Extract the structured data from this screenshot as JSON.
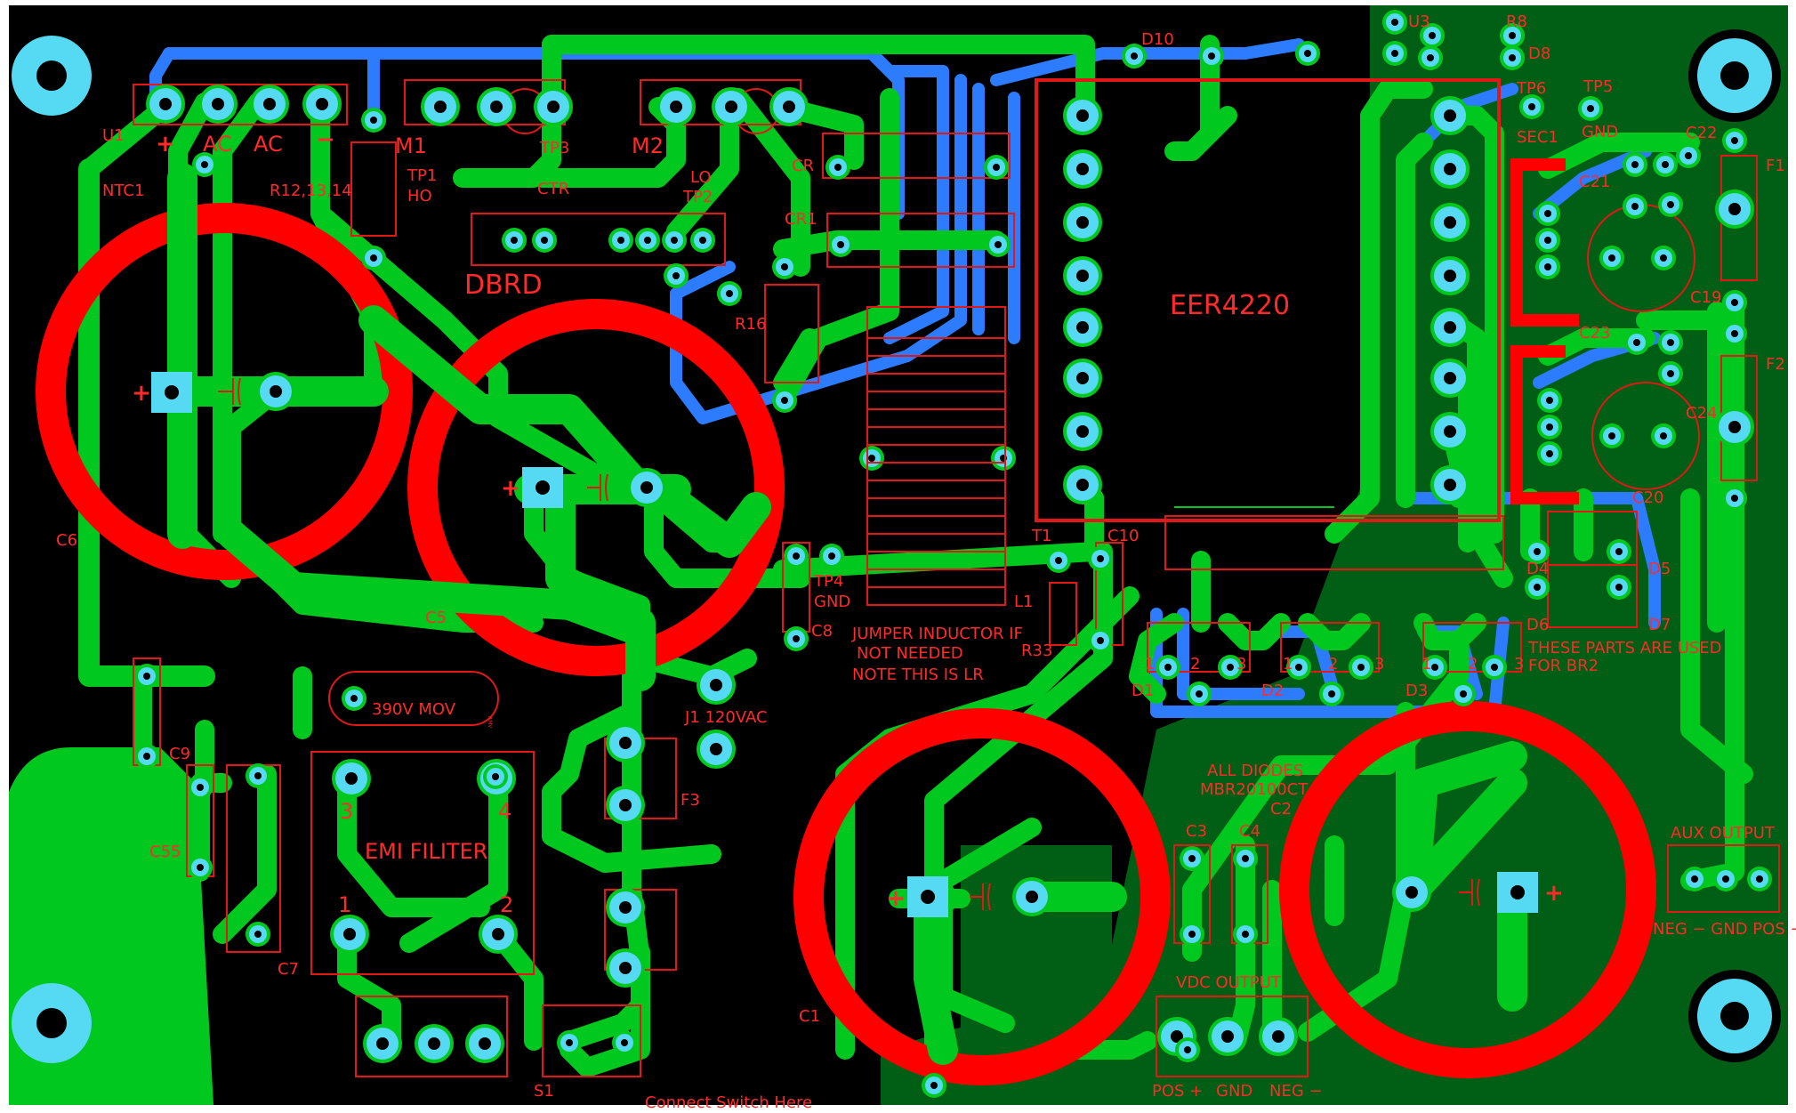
{
  "board": {
    "colors": {
      "substrate": "#000000",
      "copper_top": "#00c81e",
      "copper_bottom": "#2d7bff",
      "silkscreen": "#ff2a2a",
      "pads": "#56d9f2",
      "pour": "#005f14",
      "frame": "#ffffff"
    }
  },
  "labels": {
    "u1": "U1",
    "u1_plus": "+",
    "u1_ac1": "AC",
    "u1_ac2": "AC",
    "u1_minus": "−",
    "ntc1": "NTC1",
    "r12": "R12,13,14",
    "m1": "M1",
    "tp1": "TP1",
    "ho": "HO",
    "tp3": "TP3",
    "ctr": "CTR",
    "m2": "M2",
    "lo": "LO",
    "tp2": "TP2",
    "cr": "CR",
    "cr1": "CR1",
    "dbrd": "DBRD",
    "r16": "R16",
    "d10": "D10",
    "u3": "U3",
    "r8": "R8",
    "d8": "D8",
    "tp6": "TP6",
    "sec1": "SEC1",
    "tp5": "TP5",
    "gnd_tp5": "GND",
    "c22": "C22",
    "c21": "C21",
    "f1": "F1",
    "c19": "C19",
    "c23": "C23",
    "f2": "F2",
    "c20": "C20",
    "c24": "C24",
    "eer": "EER4220",
    "c6": "C6",
    "c5": "C5",
    "t1": "T1",
    "c10": "C10",
    "tp4": "TP4",
    "gnd_tp4": "GND",
    "c8": "C8",
    "l1": "L1",
    "r33": "R33",
    "note1": "JUMPER INDUCTOR IF",
    "note2": "NOT NEEDED",
    "note3": "NOTE THIS IS LR",
    "j1": "J1 120VAC",
    "d4": "D4",
    "d5": "D5",
    "d6": "D6",
    "d7": "D7",
    "br2a": "THESE PARTS ARE USED",
    "br2b": "FOR BR2",
    "d1": "D1",
    "d2": "D2",
    "d3": "D3",
    "pin1": "1",
    "pin2": "2",
    "pin3": "3",
    "c9": "C9",
    "mov": "390V MOV",
    "amv": "AMV",
    "emi": "EMI FILITER",
    "emi3": "3",
    "emi4": "4",
    "emi1": "1",
    "emi2": "2",
    "c55": "C55",
    "c7": "C7",
    "f3": "F3",
    "c1": "C1",
    "diodes1": "ALL DIODES",
    "diodes2": "MBR20100CT",
    "c2": "C2",
    "c3": "C3",
    "c4": "C4",
    "vdc": "VDC OUTPUT",
    "pos": "POS +",
    "gnd_out": "GND",
    "neg": "NEG −",
    "aux": "AUX OUTPUT",
    "aux_pins": "NEG −  GND  POS +",
    "s1": "S1",
    "switch": "Connect Switch Here",
    "plus": "+"
  }
}
